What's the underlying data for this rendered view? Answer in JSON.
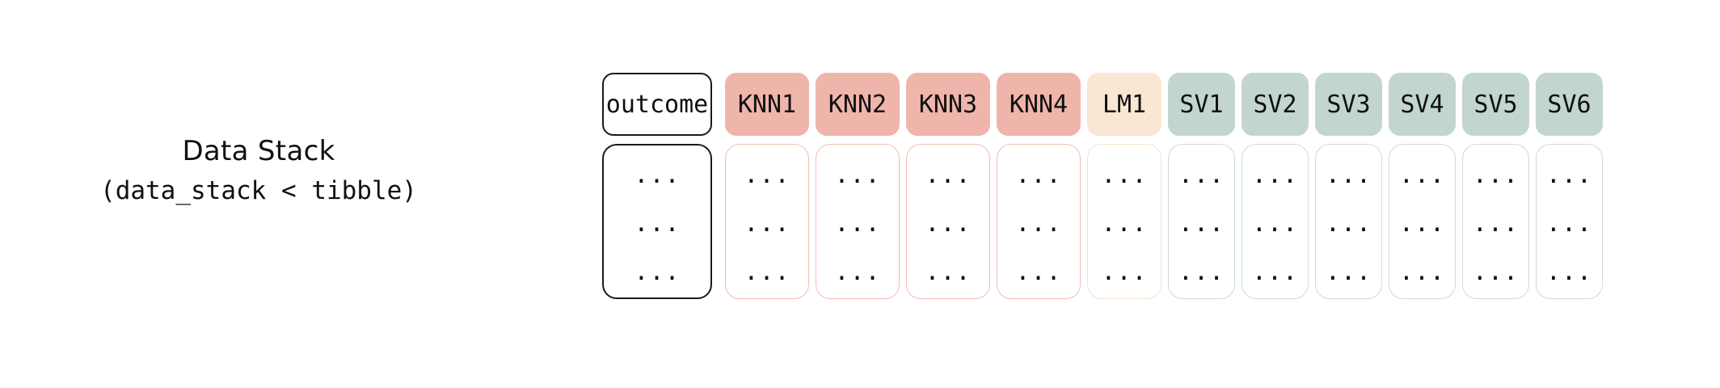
{
  "figure": {
    "background": "#ffffff",
    "label": {
      "title": "Data Stack",
      "subtitle": "(data_stack < tibble)"
    },
    "cell_placeholder": "...",
    "row_count": 3,
    "palette": {
      "outcome_border": "#1a1a1a",
      "knn_fill": "#efb5ab",
      "knn_border": "#f0bdb4",
      "lm_fill": "#fae7d3",
      "lm_border": "#f7e3cf",
      "sv_fill": "#c3d6ce",
      "sv_border": "#cbdcd5",
      "text": "#101010"
    },
    "columns": [
      {
        "label": "outcome",
        "kind": "outcome",
        "width": 136,
        "gap_after": 16
      },
      {
        "label": "KNN1",
        "kind": "knn",
        "width": 104,
        "gap_after": 8
      },
      {
        "label": "KNN2",
        "kind": "knn",
        "width": 104,
        "gap_after": 8
      },
      {
        "label": "KNN3",
        "kind": "knn",
        "width": 104,
        "gap_after": 8
      },
      {
        "label": "KNN4",
        "kind": "knn",
        "width": 104,
        "gap_after": 8
      },
      {
        "label": "LM1",
        "kind": "lm",
        "width": 92,
        "gap_after": 8
      },
      {
        "label": "SV1",
        "kind": "sv",
        "width": 83,
        "gap_after": 8
      },
      {
        "label": "SV2",
        "kind": "sv",
        "width": 83,
        "gap_after": 8
      },
      {
        "label": "SV3",
        "kind": "sv",
        "width": 83,
        "gap_after": 8
      },
      {
        "label": "SV4",
        "kind": "sv",
        "width": 83,
        "gap_after": 8
      },
      {
        "label": "SV5",
        "kind": "sv",
        "width": 83,
        "gap_after": 8
      },
      {
        "label": "SV6",
        "kind": "sv",
        "width": 83,
        "gap_after": 0
      }
    ]
  }
}
